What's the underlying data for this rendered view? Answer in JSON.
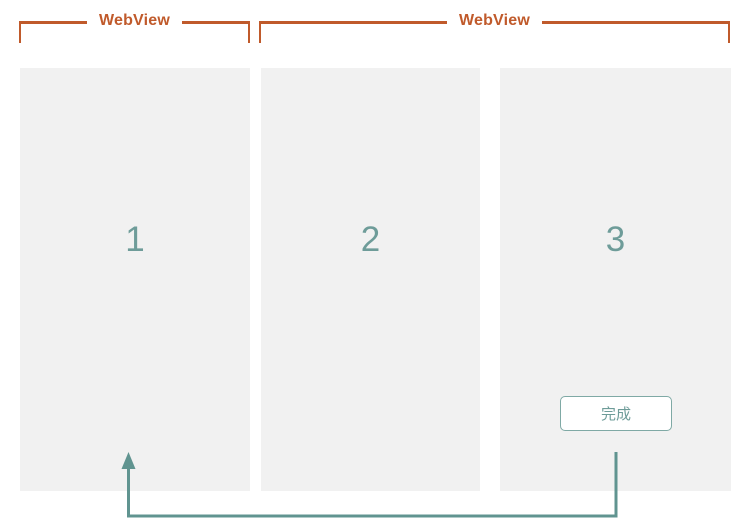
{
  "diagram": {
    "webview_groups": [
      {
        "label": "WebView"
      },
      {
        "label": "WebView"
      }
    ],
    "pages": [
      {
        "number": "1"
      },
      {
        "number": "2"
      },
      {
        "number": "3"
      }
    ],
    "done_button": {
      "label": "完成"
    },
    "colors": {
      "bracket_orange": "#C05A2B",
      "number_teal": "#6E9C99",
      "arrow_teal": "#609490",
      "button_border_teal": "#7FA9A5",
      "panel_background": "#F1F1F1"
    }
  }
}
